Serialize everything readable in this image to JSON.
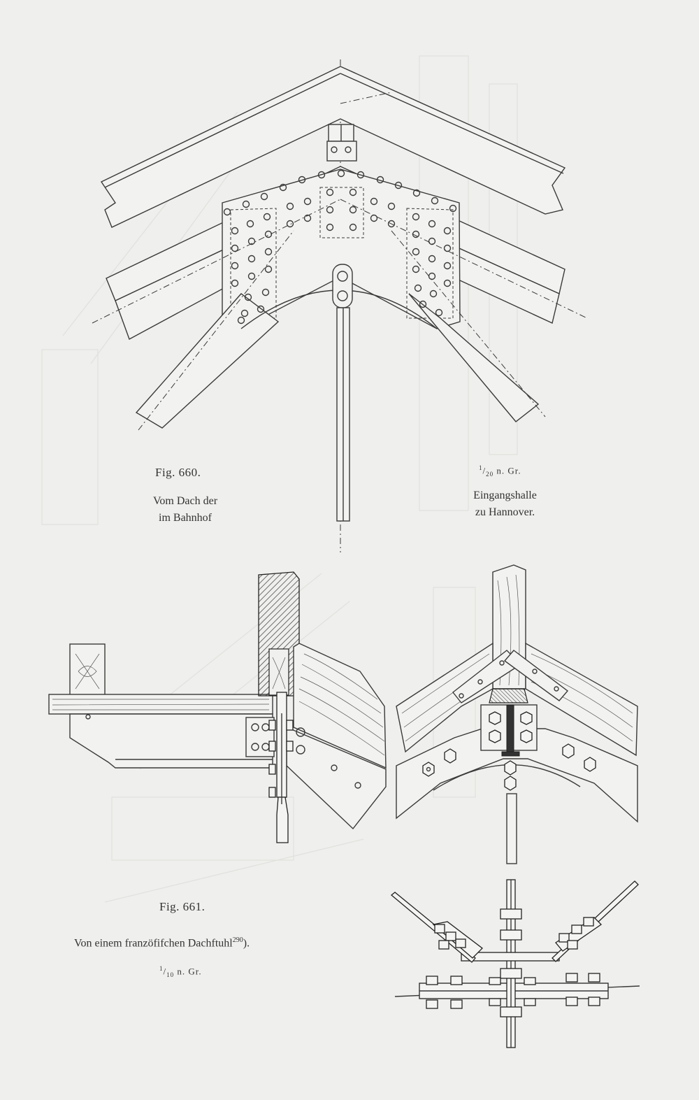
{
  "fig660": {
    "label": "Fig. 660.",
    "caption_left_line1": "Vom Dach der",
    "caption_left_line2": "im Bahnhof",
    "caption_right_line1": "Eingangshalle",
    "caption_right_line2": "zu Hannover.",
    "scale_num": "1",
    "scale_den": "20",
    "scale_text": "n. Gr."
  },
  "fig661": {
    "label": "Fig. 661.",
    "caption": "Von einem franzöfifchen Dachftuhl",
    "footnote_ref": "290",
    "caption_end": ").",
    "scale_num": "1",
    "scale_den": "10",
    "scale_text": "n. Gr."
  }
}
